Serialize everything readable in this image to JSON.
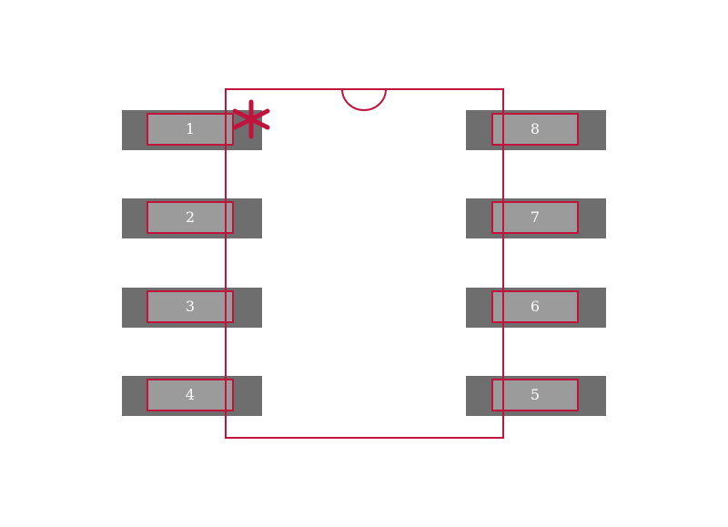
{
  "diagram": {
    "pins": [
      {
        "number": "1",
        "side": "left",
        "row": 0
      },
      {
        "number": "2",
        "side": "left",
        "row": 1
      },
      {
        "number": "3",
        "side": "left",
        "row": 2
      },
      {
        "number": "4",
        "side": "left",
        "row": 3
      },
      {
        "number": "8",
        "side": "right",
        "row": 0
      },
      {
        "number": "7",
        "side": "right",
        "row": 1
      },
      {
        "number": "6",
        "side": "right",
        "row": 2
      },
      {
        "number": "5",
        "side": "right",
        "row": 3
      }
    ],
    "colors": {
      "outline": "#c0143c",
      "pad_dark": "#6e6e6e",
      "pad_light": "#9b9b9b",
      "pin_text": "#ffffff"
    }
  }
}
